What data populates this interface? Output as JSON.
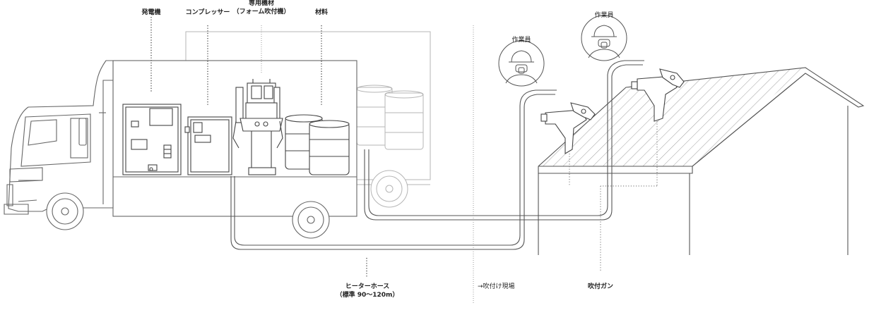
{
  "labels": {
    "generator": "発電機",
    "compressor": "コンプレッサー",
    "machine_line1": "専用機材",
    "machine_line2": "（フォーム吹付機）",
    "material": "材料",
    "hose_line1": "ヒーターホース",
    "hose_line2": "（標準 90〜120m）",
    "site": "→吹付け現場",
    "gun": "吹付ガン",
    "worker_1": "作業員",
    "worker_2": "作業員"
  },
  "icons": {
    "truck": "truck-icon",
    "generator": "generator-icon",
    "compressor": "compressor-icon",
    "foam_machine": "foam-machine-icon",
    "drum": "drum-icon",
    "spray_gun": "spray-gun-icon",
    "worker": "worker-icon",
    "house": "house-icon"
  },
  "colors": {
    "line": "#555555",
    "light_line": "#a0a0a0",
    "text": "#222222"
  }
}
